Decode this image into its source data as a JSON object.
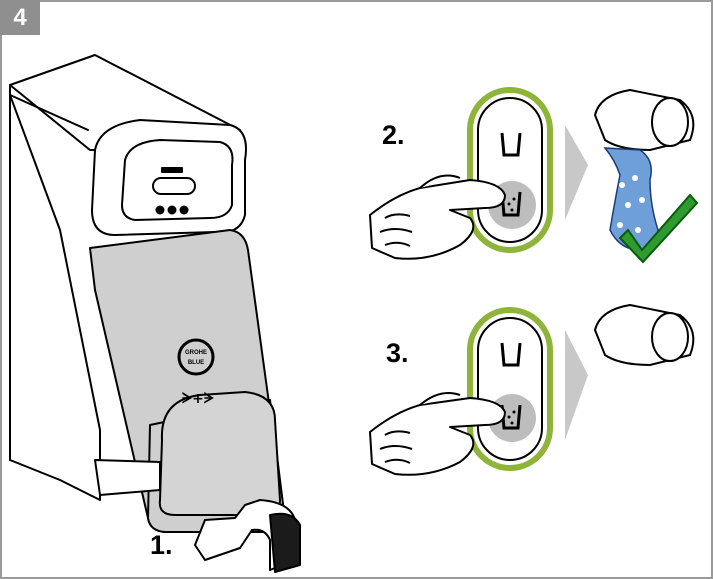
{
  "step_number": "4",
  "steps": {
    "one": "1.",
    "two": "2.",
    "three": "3."
  },
  "device_button_symbol": "ᗒ+ᗒ",
  "brand_mark": "GROHE BLUE",
  "colors": {
    "frame": "#9a9a9a",
    "badge": "#8f8f8f",
    "panel_grey": "#cfcfcf",
    "button_ring": "#8fb43a",
    "water_blue": "#6f9fd8",
    "check_green": "#2f9a2f"
  },
  "icons": [
    "glass-icon",
    "sparkling-glass-icon",
    "hand-icon",
    "tap-icon",
    "checkmark-icon",
    "arrow-icon"
  ]
}
